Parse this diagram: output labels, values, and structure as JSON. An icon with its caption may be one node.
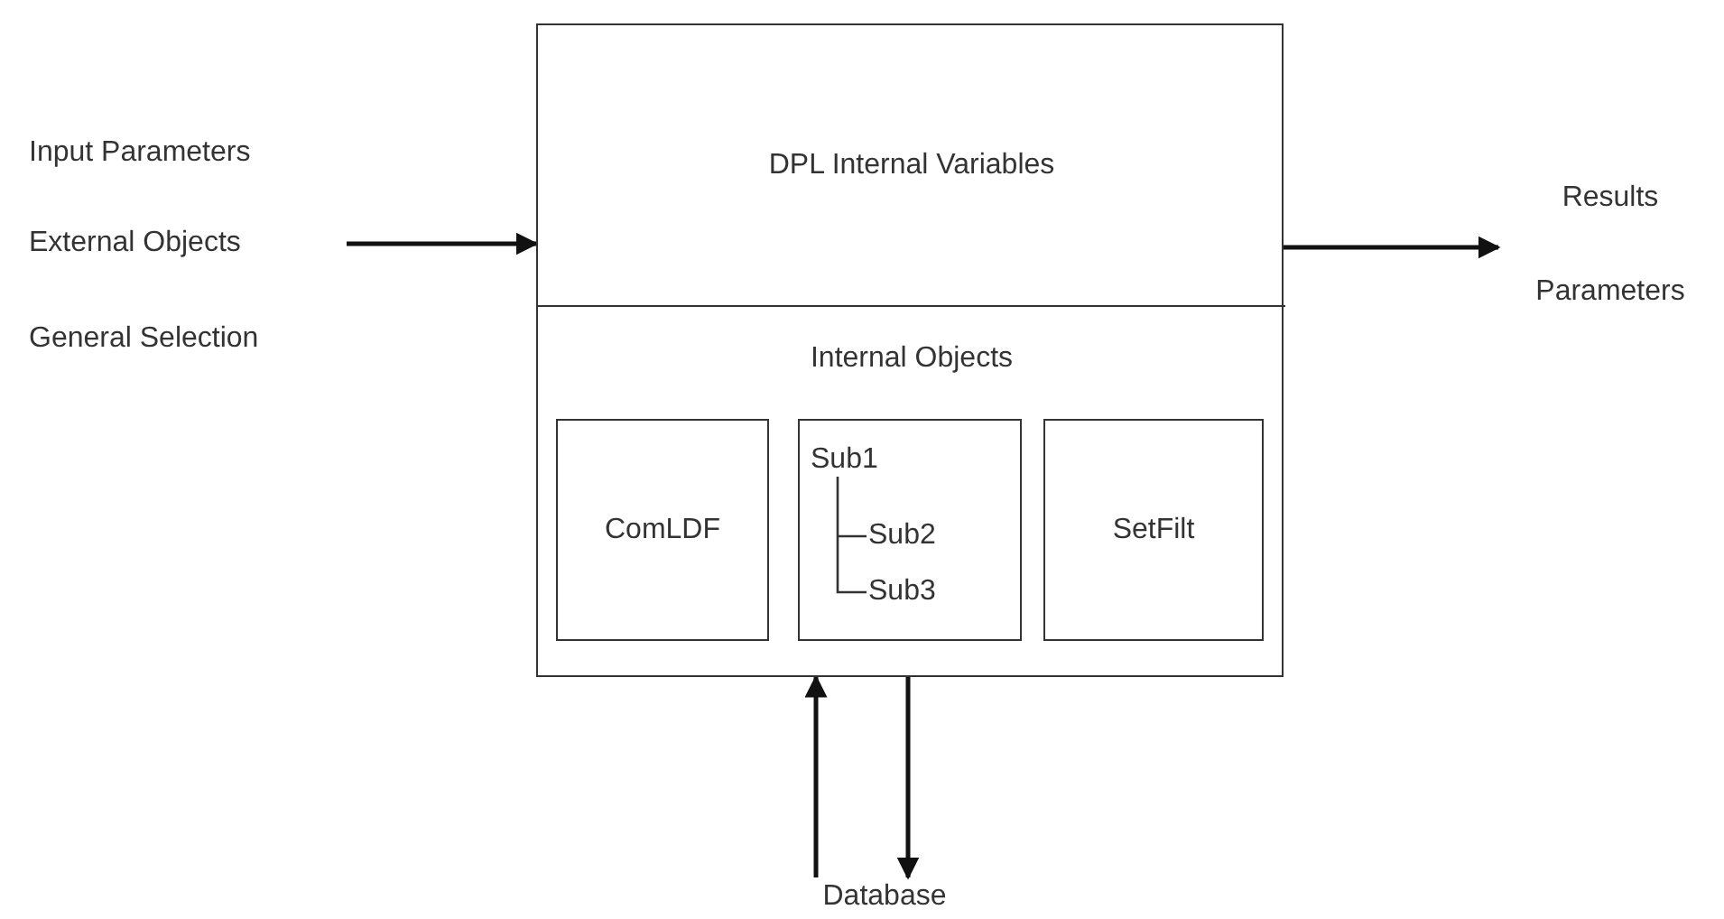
{
  "diagram": {
    "nodes": [
      {
        "text": [
          "Input Parameters",
          "External Objects",
          "General Selection"
        ]
      },
      {
        "text": [],
        "shape": "box"
      },
      {
        "text": [
          "DPL Internal Variables"
        ],
        "in": 1
      },
      {
        "text": [
          "Internal Objects"
        ],
        "in": 1
      },
      {
        "text": [
          "ComLDF"
        ],
        "in": 3
      },
      {
        "text": [
          "Sub1",
          "Sub2",
          "Sub3"
        ],
        "in": 3
      },
      {
        "text": [
          "SetFilt"
        ],
        "in": 3
      },
      {
        "text": [
          "Results",
          "Parameters"
        ]
      },
      {
        "text": [
          "Database"
        ]
      }
    ],
    "edges": [
      {
        "from": 0,
        "to": 1,
        "arrow": "to"
      },
      {
        "from": 1,
        "to": 7,
        "arrow": "to"
      },
      {
        "from": 8,
        "to": 1,
        "arrow": "to"
      },
      {
        "from": 1,
        "to": 8,
        "arrow": "to"
      }
    ]
  }
}
